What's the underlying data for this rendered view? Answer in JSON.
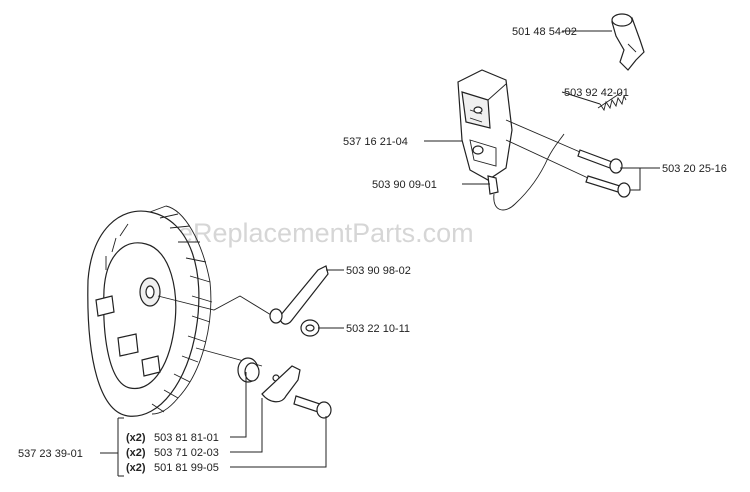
{
  "watermark": "eReplacementParts.com",
  "labels": {
    "cap": "501 48 54-02",
    "spring": "503 92 42-01",
    "module": "537 16 21-04",
    "screws": "503 20 25-16",
    "spark_wire": "503 90 09-01",
    "plate": "503 90 98-02",
    "spacer": "503 22 10-11",
    "flywheel": "537 23 39-01"
  },
  "kit_rows": [
    {
      "qty": "(x2)",
      "part": "503 81 81-01"
    },
    {
      "qty": "(x2)",
      "part": "503 71 02-03"
    },
    {
      "qty": "(x2)",
      "part": "501 81 99-05"
    }
  ]
}
